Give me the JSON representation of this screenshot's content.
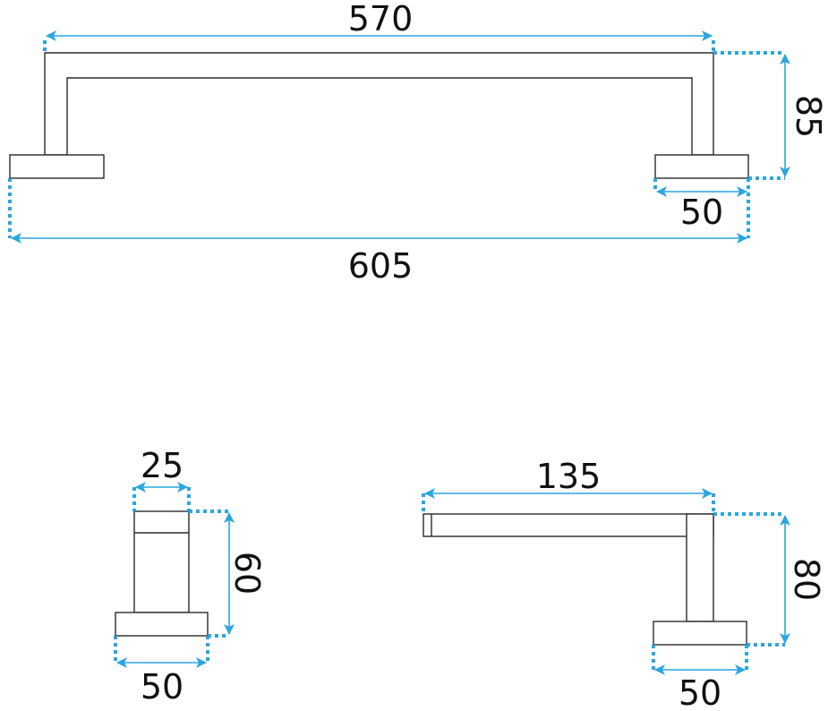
{
  "diagram": {
    "accent_color": "#2aa6df",
    "outline_color": "#2b2b2b",
    "label_color": "#111111",
    "front_view": {
      "bar_length": "570",
      "overall_width": "605",
      "depth": "85",
      "base_width": "50"
    },
    "end_view": {
      "post_width": "25",
      "height": "60",
      "base_width": "50"
    },
    "side_view": {
      "arm_length": "135",
      "height": "80",
      "base_width": "50"
    }
  }
}
